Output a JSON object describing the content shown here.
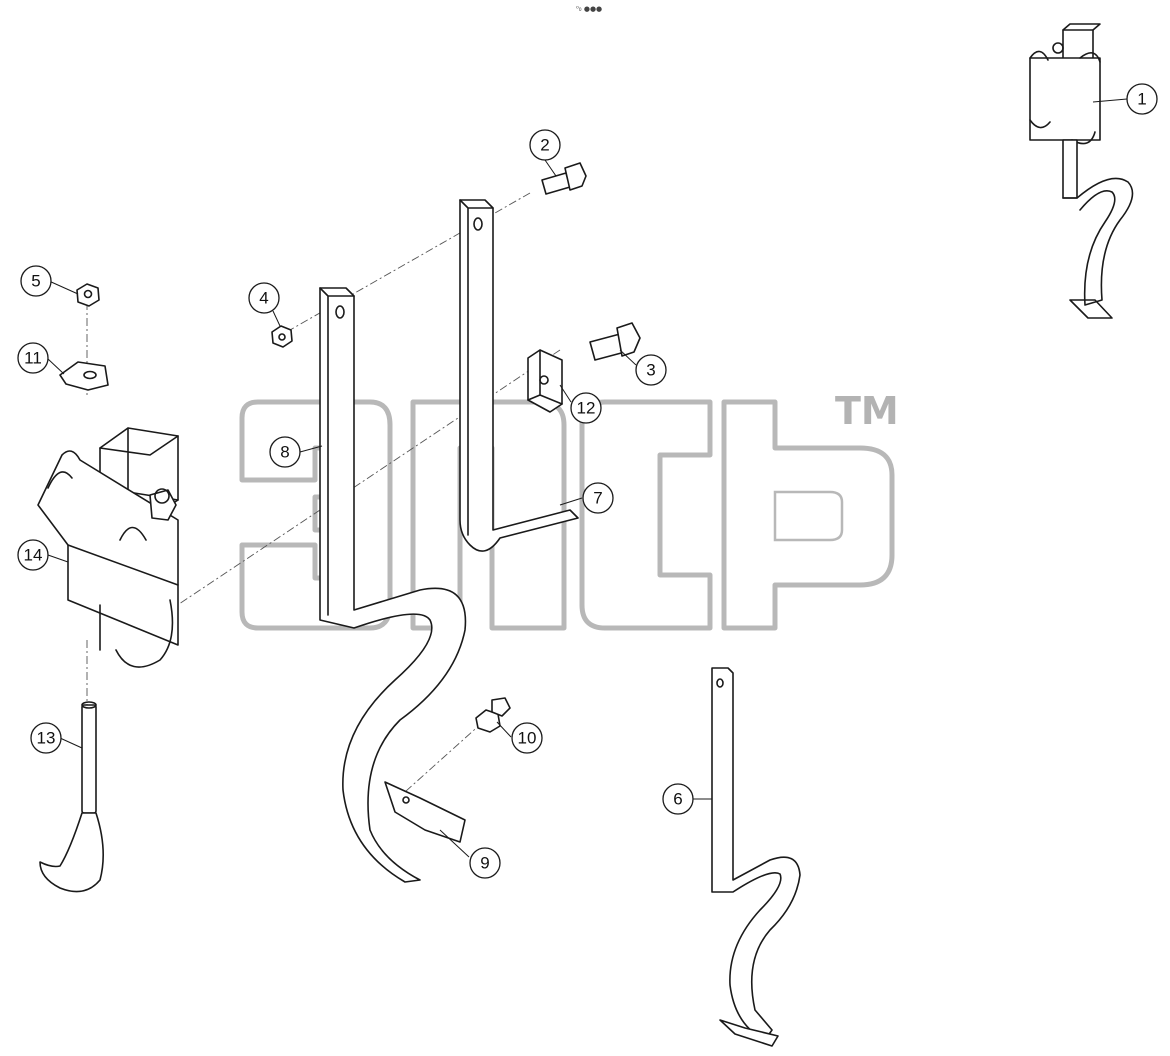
{
  "header_mark": "⁰₀ ●●●",
  "watermark": {
    "trademark": "TM"
  },
  "callouts": {
    "c1": "1",
    "c2": "2",
    "c3": "3",
    "c4": "4",
    "c5": "5",
    "c6": "6",
    "c7": "7",
    "c8": "8",
    "c9": "9",
    "c10": "10",
    "c11": "11",
    "c12": "12",
    "c13": "13",
    "c14": "14"
  },
  "colors": {
    "line": "#1a1a1a",
    "watermark": "#b8b8b8",
    "background": "#ffffff"
  }
}
